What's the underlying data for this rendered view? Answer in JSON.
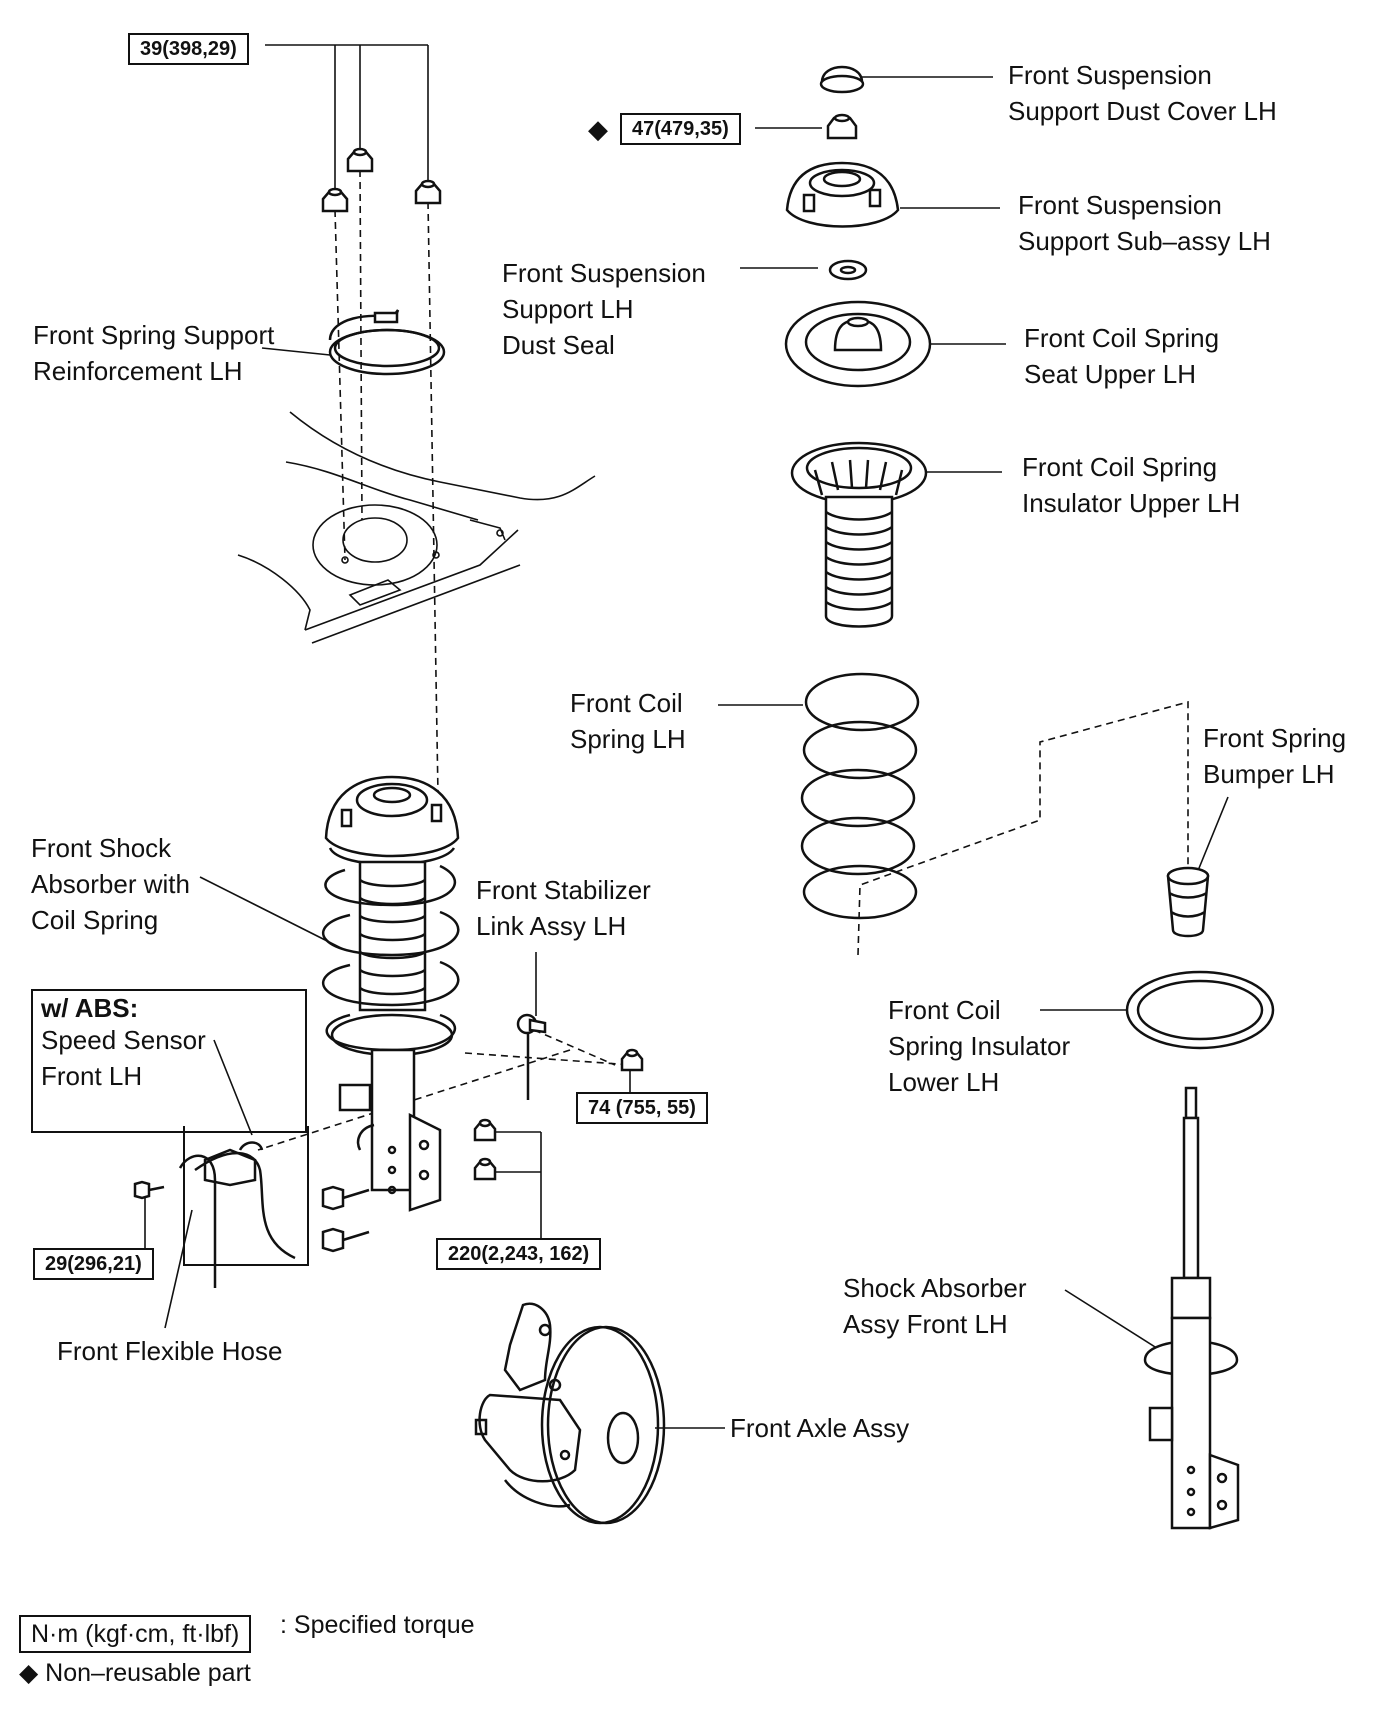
{
  "torque_specs": [
    {
      "id": "t1",
      "text": "39(398,29)"
    },
    {
      "id": "t2",
      "text": "47(479,35)"
    },
    {
      "id": "t3",
      "text": "74 (755, 55)"
    },
    {
      "id": "t4",
      "text": "220(2,243, 162)"
    },
    {
      "id": "t5",
      "text": "29(296,21)"
    }
  ],
  "non_reusable_mark": "◆",
  "labels": {
    "dust_cover": [
      "Front Suspension",
      "Support Dust Cover LH"
    ],
    "support_sub_assy": [
      "Front Suspension",
      "Support Sub–assy LH"
    ],
    "dust_seal": [
      "Front Suspension",
      "Support LH",
      "Dust Seal"
    ],
    "spring_support_reinforcement": [
      "Front Spring Support",
      "Reinforcement LH"
    ],
    "coil_spring_seat_upper": [
      "Front Coil Spring",
      "Seat Upper LH"
    ],
    "coil_spring_insulator_upper": [
      "Front Coil Spring",
      "Insulator Upper LH"
    ],
    "coil_spring": [
      "Front Coil",
      "Spring LH"
    ],
    "spring_bumper": [
      "Front Spring",
      "Bumper LH"
    ],
    "shock_with_coil": [
      "Front Shock",
      "Absorber with",
      "Coil Spring"
    ],
    "stabilizer_link": [
      "Front Stabilizer",
      "Link Assy LH"
    ],
    "abs_title": "w/ ABS:",
    "speed_sensor": [
      "Speed Sensor",
      "Front LH"
    ],
    "coil_spring_insulator_lower": [
      "Front Coil",
      "Spring Insulator",
      "Lower LH"
    ],
    "flexible_hose": "Front Flexible Hose",
    "shock_absorber_assy": [
      "Shock Absorber",
      "Assy Front LH"
    ],
    "axle_assy": "Front Axle Assy"
  },
  "legend": {
    "torque_unit": "N·m (kgf·cm, ft·lbf)",
    "torque_desc": ": Specified torque",
    "non_reusable": "◆ Non–reusable part"
  }
}
